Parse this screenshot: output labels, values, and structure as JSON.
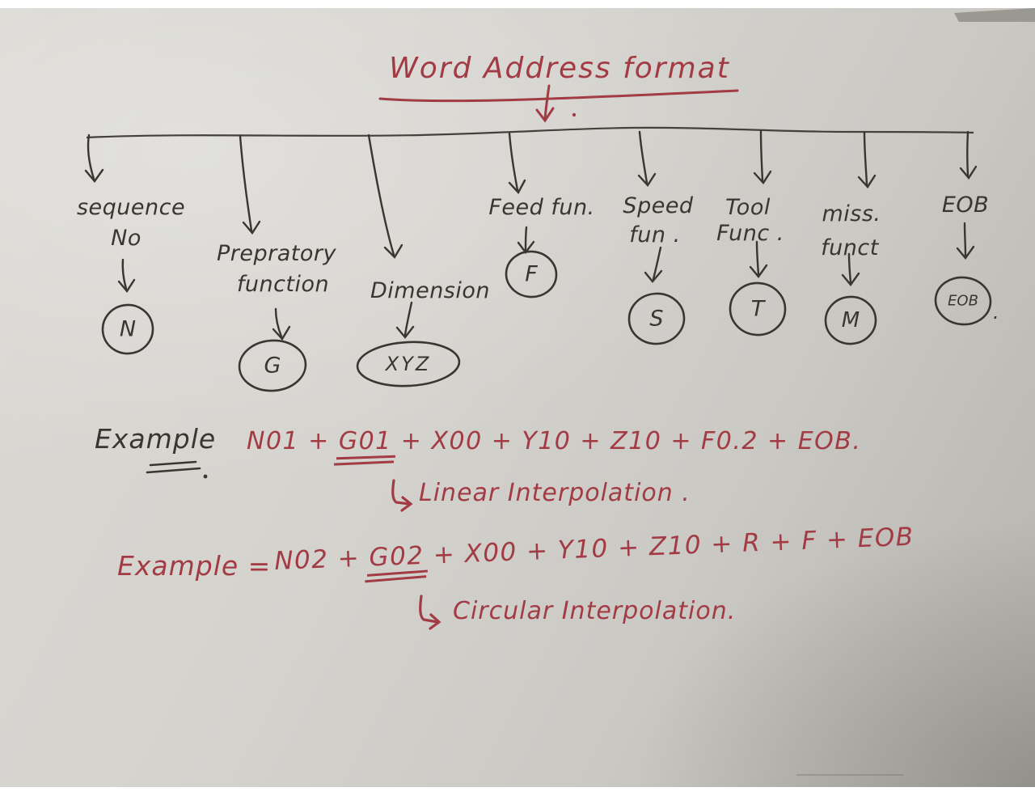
{
  "title": {
    "text": "Word Address format"
  },
  "tree": {
    "branches": [
      {
        "line1": "sequence",
        "line2": "No",
        "code": "N",
        "suffix": ""
      },
      {
        "line1": "Prepratory",
        "line2": "function",
        "code": "G",
        "suffix": ""
      },
      {
        "line1": "Dimension",
        "line2": "",
        "code": "XYZ",
        "suffix": ""
      },
      {
        "line1": "Feed fun.",
        "line2": "",
        "code": "F",
        "suffix": ""
      },
      {
        "line1": "Speed",
        "line2": "fun .",
        "code": "S",
        "suffix": ""
      },
      {
        "line1": "Tool",
        "line2": "Func .",
        "code": "T",
        "suffix": ""
      },
      {
        "line1": "miss.",
        "line2": "funct",
        "code": "M",
        "suffix": ""
      },
      {
        "line1": "EOB",
        "line2": "",
        "code": "EOB",
        "suffix": "."
      }
    ]
  },
  "examples": {
    "ex1": {
      "label": "Example",
      "pre": "N01 + ",
      "g": "G01",
      "post": " + X00 + Y10 + Z10 + F0.2 + EOB.",
      "note": "Linear Interpolation ."
    },
    "ex2": {
      "label": "Example =",
      "pre": "N02 + ",
      "g": "G02",
      "post": " + X00 + Y10 + Z10 + R + F + EOB",
      "note": "Circular Interpolation."
    }
  },
  "colors": {
    "red_ink": "#a23b44",
    "black_ink": "#3a3531",
    "paper": "#d5d3ce"
  }
}
